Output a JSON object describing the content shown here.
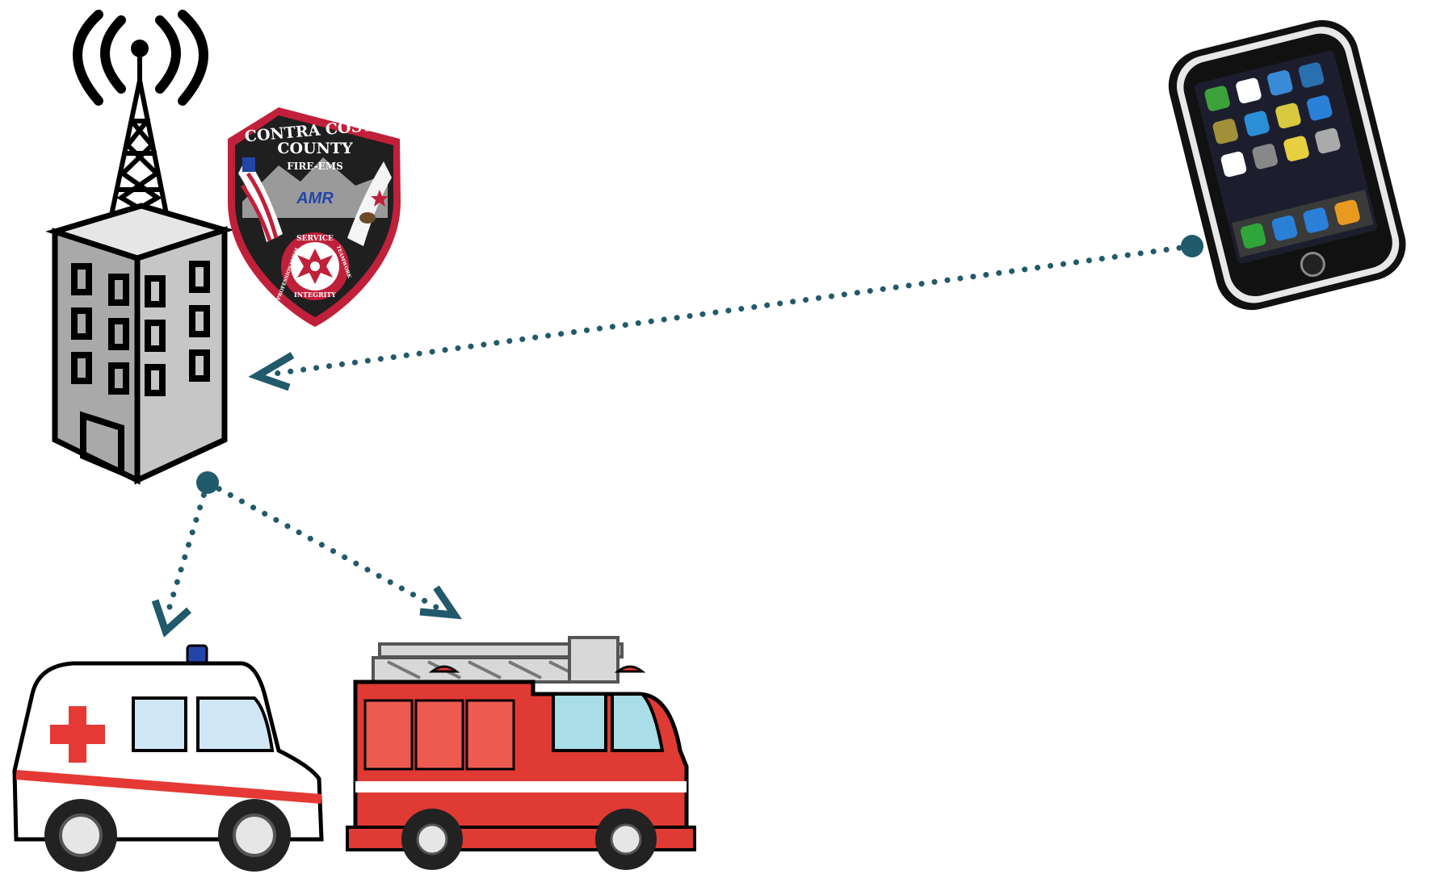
{
  "colors": {
    "connector": "#215a6b",
    "patch_border": "#c0203a",
    "patch_bg": "#1f1f1f",
    "fire_red": "#e03a34",
    "ambulance_red": "#e53935",
    "siren_blue": "#2345a8"
  },
  "patch": {
    "line1": "CONTRA COSTA",
    "line2": "COUNTY",
    "line3": "FIRE-EMS",
    "logo": "AMR",
    "ring_top": "SERVICE",
    "ring_bottom": "INTEGRITY",
    "ring_left": "PROFESSIONALISM",
    "ring_right": "TEAMWORK"
  },
  "icons": {
    "tower": "radio-tower-building-icon",
    "phone": "smartphone-icon",
    "ambulance": "ambulance-icon",
    "fire_truck": "fire-truck-icon"
  }
}
